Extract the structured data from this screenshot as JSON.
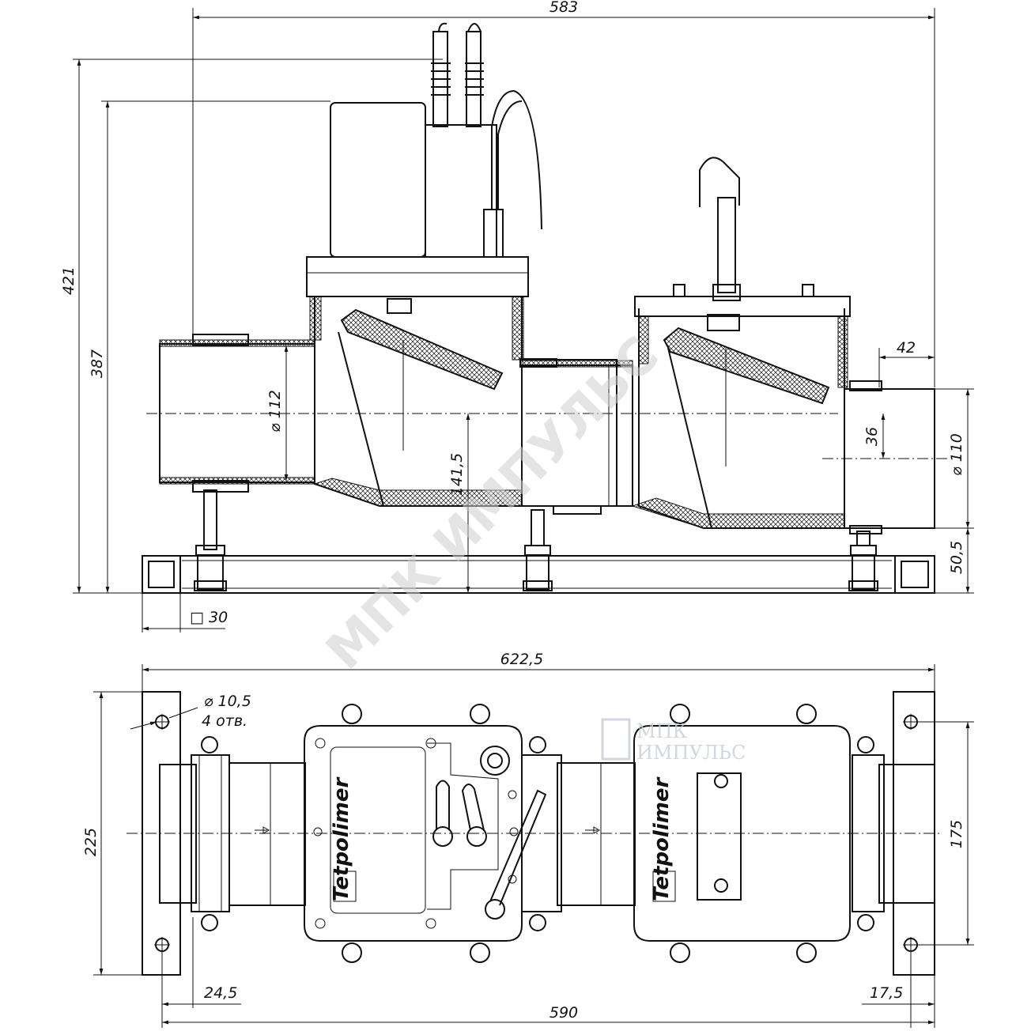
{
  "dimensions": {
    "overall_width_top": "583",
    "overall_height": "421",
    "height_to_top": "387",
    "inlet_diameter": "⌀ 112",
    "outlet_diameter": "⌀ 110",
    "center_height": "141,5",
    "outlet_offset": "36",
    "outlet_length": "42",
    "base_height": "50,5",
    "frame_profile": "□ 30",
    "overall_length_bottom": "622,5",
    "hole_diameter": "⌀ 10,5",
    "hole_count": "4 отв.",
    "frame_width": "225",
    "hole_spacing": "175",
    "left_offset": "24,5",
    "right_offset": "17,5",
    "hole_distance": "590"
  },
  "labels": {
    "brand": "Tetpolimer",
    "watermark": "МПК ИМПУЛЬС",
    "logo_watermark_line1": "МПК",
    "logo_watermark_line2": "ИМПУЛЬС"
  },
  "colors": {
    "line": "#111111",
    "background": "#ffffff",
    "watermark": "#cfcfcf"
  }
}
